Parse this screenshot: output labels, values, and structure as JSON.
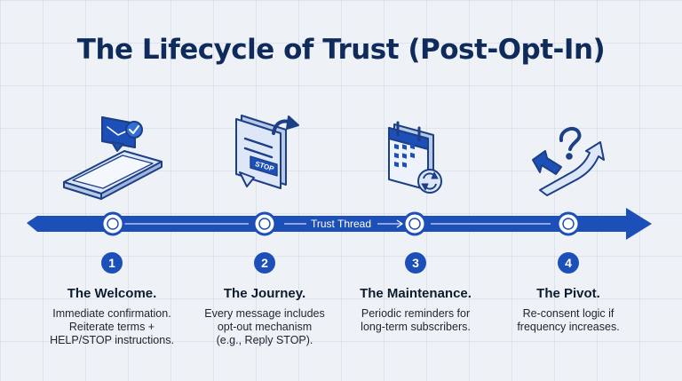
{
  "title": "The Lifecycle of Trust (Post-Opt-In)",
  "thread_label": "Trust Thread",
  "stop_label": "STOP",
  "colors": {
    "accent": "#1d4fb8",
    "title": "#0f2b5b",
    "icon_fill": "#dde7f7"
  },
  "stages": [
    {
      "number": "1",
      "title": "The Welcome.",
      "icon": "phone-message-check-icon",
      "lines": [
        "Immediate confirmation.",
        "Reiterate terms +",
        "HELP/STOP instructions."
      ]
    },
    {
      "number": "2",
      "title": "The Journey.",
      "icon": "message-stop-icon",
      "lines": [
        "Every message includes",
        "opt-out mechanism",
        "(e.g., Reply STOP)."
      ]
    },
    {
      "number": "3",
      "title": "The Maintenance.",
      "icon": "calendar-refresh-icon",
      "lines": [
        "Periodic reminders for",
        "long-term subscribers."
      ]
    },
    {
      "number": "4",
      "title": "The Pivot.",
      "icon": "pivot-arrow-question-icon",
      "lines": [
        "Re-consent logic if",
        "frequency increases."
      ]
    }
  ]
}
